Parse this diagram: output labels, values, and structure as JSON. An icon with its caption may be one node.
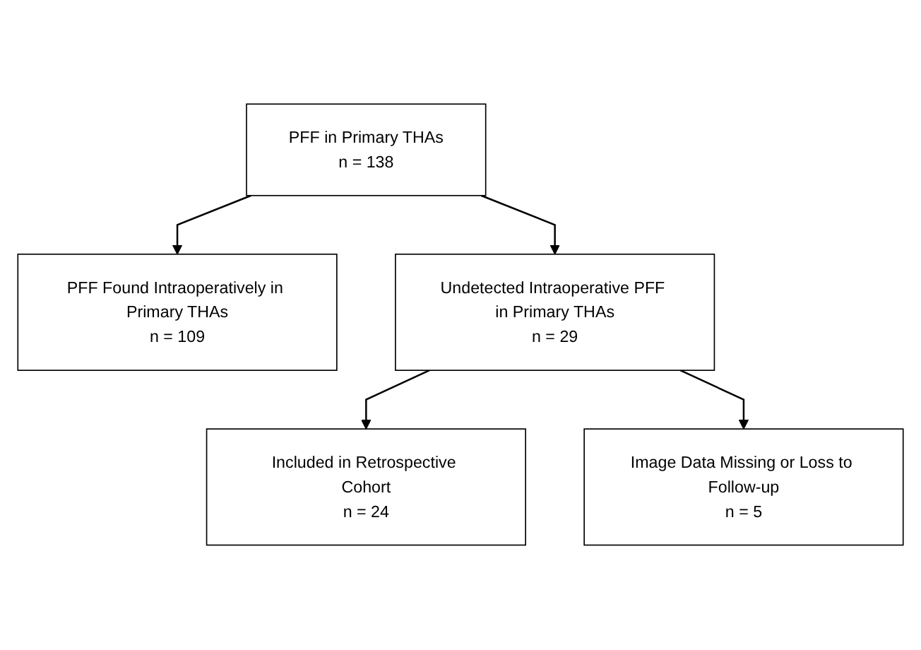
{
  "diagram": {
    "nodes": [
      {
        "text": [
          "PFF in Primary THAs",
          "n = 138"
        ]
      },
      {
        "text": [
          "PFF Found Intraoperatively in Primary THAs",
          "n = 109"
        ]
      },
      {
        "text": [
          "Undetected Intraoperative PFF in Primary THAs",
          "n = 29"
        ]
      },
      {
        "text": [
          "Image Data Missing or Loss to Follow-up",
          "n = 5"
        ]
      },
      {
        "text": [
          "Included in Retrospective Cohort",
          "n = 24"
        ]
      }
    ],
    "edges": [
      {
        "from": 0,
        "to": 2,
        "arrow": "to"
      },
      {
        "from": 0,
        "to": 1,
        "arrow": "to"
      },
      {
        "from": 2,
        "to": 4,
        "arrow": "to"
      },
      {
        "from": 2,
        "to": 3,
        "arrow": "to"
      }
    ]
  }
}
